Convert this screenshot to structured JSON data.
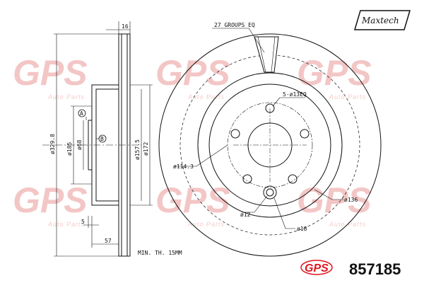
{
  "brand": {
    "label": "Maxtech"
  },
  "part_number": "857185",
  "logo": {
    "text": "GPS"
  },
  "watermark": {
    "text": "GPS",
    "sub": "Auto Parts"
  },
  "side_view": {
    "thickness": "16",
    "outer_diameter": "ø329.8",
    "hub_diameter": "ø185",
    "bore_diameter": "ø68",
    "hat_diameter_1": "ø157.5",
    "hat_diameter_2": "ø172",
    "flange": "5",
    "height": "57",
    "datum_a": "A",
    "datum_b": "B",
    "min_thickness": "MIN. TH. 15MM"
  },
  "front_view": {
    "vent_groups": "27 GROUPS EQ",
    "holes": "5-ø13EQ",
    "bolt_circle": "ø114.3",
    "inner_ring": "ø136",
    "stud_hole": "ø12",
    "stud_outer": "ø18"
  },
  "colors": {
    "line": "#111111",
    "watermark": "#f3c6c6",
    "logo": "#e0141e"
  }
}
